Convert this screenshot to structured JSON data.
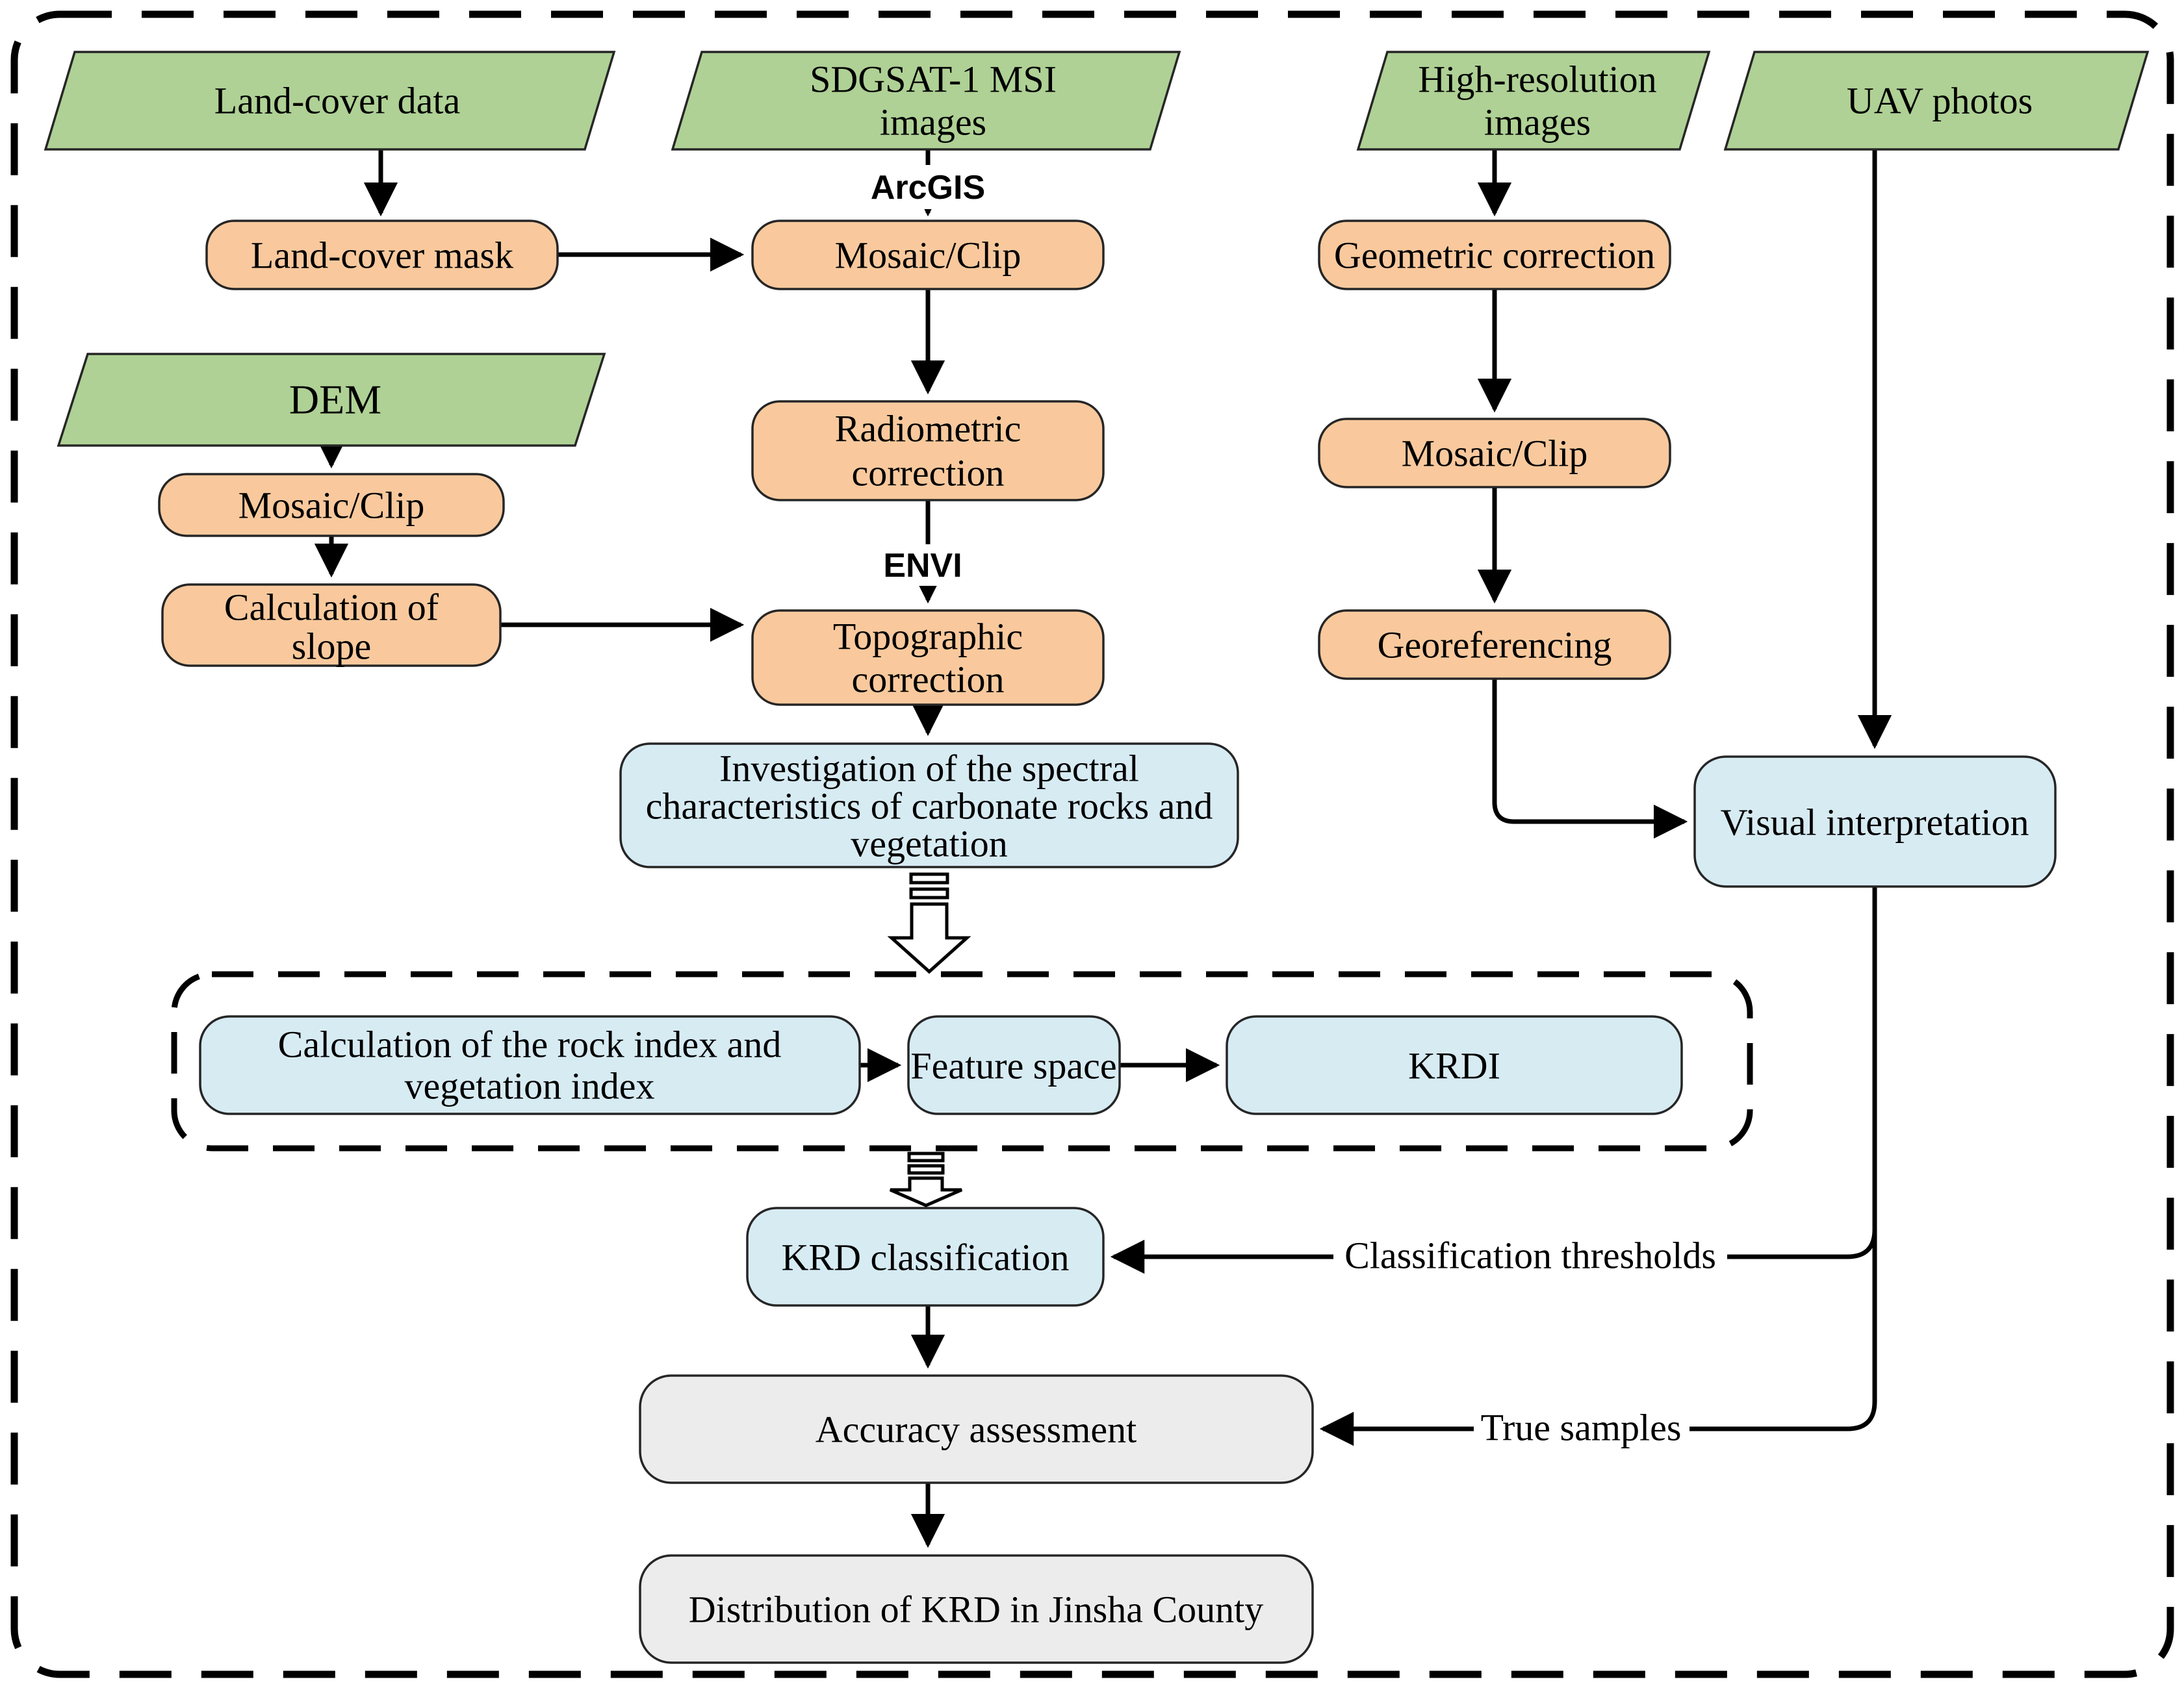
{
  "diagram": {
    "type": "flowchart",
    "description": "Workflow for KRD (karst rocky desertification) mapping in Jinsha County",
    "colors": {
      "input_parallelogram_fill": "#afd195",
      "process_box_fill": "#f9c99d",
      "analysis_box_fill": "#d7ebf3",
      "output_box_fill": "#ececec",
      "shape_border": "#262626",
      "edge_color": "#000000",
      "background": "#ffffff",
      "text_color": "#000000"
    },
    "nodes": {
      "land_cover_data": {
        "label": "Land-cover data",
        "shape": "parallelogram",
        "role": "input"
      },
      "sdgsat_msi_images": {
        "label": "SDGSAT-1 MSI images",
        "lines": [
          "SDGSAT-1 MSI",
          "images"
        ],
        "shape": "parallelogram",
        "role": "input"
      },
      "high_resolution_images": {
        "label": "High-resolution images",
        "lines": [
          "High-resolution",
          "images"
        ],
        "shape": "parallelogram",
        "role": "input"
      },
      "uav_photos": {
        "label": "UAV photos",
        "shape": "parallelogram",
        "role": "input"
      },
      "dem": {
        "label": "DEM",
        "shape": "parallelogram",
        "role": "input"
      },
      "land_cover_mask": {
        "label": "Land-cover mask",
        "shape": "rounded-box",
        "role": "process"
      },
      "mosaic_clip_msi": {
        "label": "Mosaic/Clip",
        "shape": "rounded-box",
        "role": "process"
      },
      "geometric_correction": {
        "label": "Geometric correction",
        "shape": "rounded-box",
        "role": "process"
      },
      "radiometric_correction": {
        "label": "Radiometric correction",
        "lines": [
          "Radiometric",
          "correction"
        ],
        "shape": "rounded-box",
        "role": "process"
      },
      "mosaic_clip_high_res": {
        "label": "Mosaic/Clip",
        "shape": "rounded-box",
        "role": "process"
      },
      "mosaic_clip_dem": {
        "label": "Mosaic/Clip",
        "shape": "rounded-box",
        "role": "process"
      },
      "calculation_of_slope": {
        "label": "Calculation of slope",
        "lines": [
          "Calculation of",
          "slope"
        ],
        "shape": "rounded-box",
        "role": "process"
      },
      "topographic_correction": {
        "label": "Topographic correction",
        "lines": [
          "Topographic",
          "correction"
        ],
        "shape": "rounded-box",
        "role": "process"
      },
      "georeferencing": {
        "label": "Georeferencing",
        "shape": "rounded-box",
        "role": "process"
      },
      "investigation_spectral": {
        "label": "Investigation of the spectral characteristics of carbonate rocks and vegetation",
        "lines": [
          "Investigation of the spectral",
          "characteristics of carbonate rocks and",
          "vegetation"
        ],
        "shape": "rounded-box",
        "role": "analysis"
      },
      "visual_interpretation": {
        "label": "Visual interpretation",
        "shape": "rounded-box",
        "role": "analysis"
      },
      "calculation_rock_index": {
        "label": "Calculation of the rock index and vegetation index",
        "lines": [
          "Calculation of the rock index and",
          "vegetation index"
        ],
        "shape": "rounded-box",
        "role": "analysis"
      },
      "feature_space": {
        "label": "Feature space",
        "shape": "rounded-box",
        "role": "analysis"
      },
      "krdi": {
        "label": "KRDI",
        "shape": "rounded-box",
        "role": "analysis"
      },
      "krd_classification": {
        "label": "KRD classification",
        "shape": "rounded-box",
        "role": "analysis"
      },
      "accuracy_assessment": {
        "label": "Accuracy assessment",
        "shape": "rounded-box",
        "role": "output"
      },
      "distribution_krd": {
        "label": "Distribution of KRD in Jinsha County",
        "shape": "rounded-box",
        "role": "output"
      }
    },
    "edge_labels": {
      "arcgis": "ArcGIS",
      "envi": "ENVI",
      "classification_thresholds": "Classification thresholds",
      "true_samples": "True samples"
    },
    "edges": [
      {
        "from": "land_cover_data",
        "to": "land_cover_mask"
      },
      {
        "from": "land_cover_mask",
        "to": "mosaic_clip_msi"
      },
      {
        "from": "sdgsat_msi_images",
        "to": "mosaic_clip_msi",
        "label": "ArcGIS"
      },
      {
        "from": "mosaic_clip_msi",
        "to": "radiometric_correction"
      },
      {
        "from": "radiometric_correction",
        "to": "topographic_correction",
        "label": "ENVI"
      },
      {
        "from": "dem",
        "to": "mosaic_clip_dem"
      },
      {
        "from": "mosaic_clip_dem",
        "to": "calculation_of_slope"
      },
      {
        "from": "calculation_of_slope",
        "to": "topographic_correction"
      },
      {
        "from": "topographic_correction",
        "to": "investigation_spectral"
      },
      {
        "from": "high_resolution_images",
        "to": "geometric_correction"
      },
      {
        "from": "geometric_correction",
        "to": "mosaic_clip_high_res"
      },
      {
        "from": "mosaic_clip_high_res",
        "to": "georeferencing"
      },
      {
        "from": "georeferencing",
        "to": "visual_interpretation"
      },
      {
        "from": "uav_photos",
        "to": "visual_interpretation"
      },
      {
        "from": "investigation_spectral",
        "to": "index_group",
        "style": "hollow-block-arrow"
      },
      {
        "from": "calculation_rock_index",
        "to": "feature_space"
      },
      {
        "from": "feature_space",
        "to": "krdi"
      },
      {
        "from": "index_group",
        "to": "krd_classification",
        "style": "hollow-block-arrow"
      },
      {
        "from": "visual_interpretation",
        "to": "krd_classification",
        "label": "Classification thresholds"
      },
      {
        "from": "visual_interpretation",
        "to": "accuracy_assessment",
        "label": "True samples"
      },
      {
        "from": "krd_classification",
        "to": "accuracy_assessment"
      },
      {
        "from": "accuracy_assessment",
        "to": "distribution_krd"
      }
    ]
  }
}
